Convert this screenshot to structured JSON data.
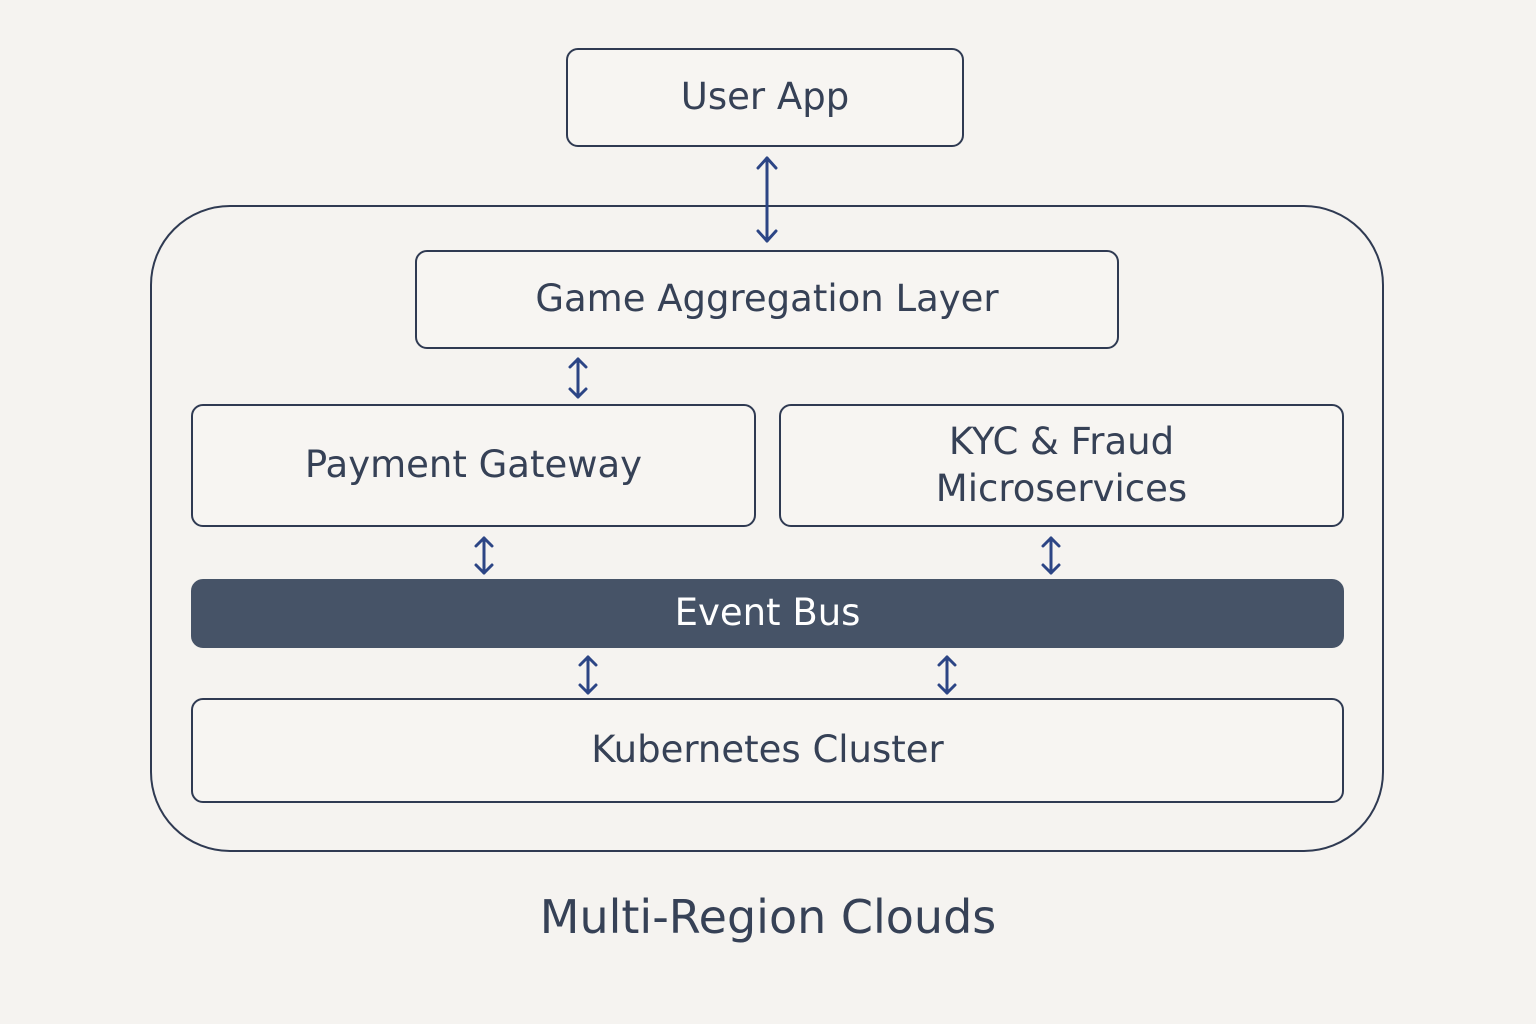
{
  "diagram": {
    "user_app": "User App",
    "aggregation_layer": "Game Aggregation Layer",
    "payment_gateway": "Payment Gateway",
    "kyc_line1": "KYC & Fraud",
    "kyc_line2": "Microservices",
    "event_bus": "Event Bus",
    "kubernetes_cluster": "Kubernetes Cluster",
    "cloud_label": "Multi-Region Clouds"
  },
  "colors": {
    "border": "#2f3a52",
    "text": "#364156",
    "event_bus_fill": "#465367",
    "arrow": "#2c4585",
    "background": "#f5f3f0"
  }
}
